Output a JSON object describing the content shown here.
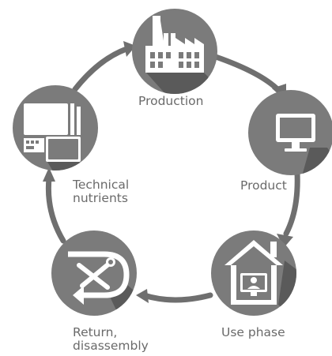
{
  "stages": [
    {
      "id": "production",
      "label": "Production",
      "icon": "factory-icon"
    },
    {
      "id": "product",
      "label": "Product",
      "icon": "monitor-icon"
    },
    {
      "id": "use",
      "label": "Use phase",
      "icon": "house-icon"
    },
    {
      "id": "return",
      "label_line1": "Return,",
      "label_line2": "disassembly",
      "icon": "tools-icon"
    },
    {
      "id": "technical",
      "label_line1": "Technical",
      "label_line2": "nutrients",
      "icon": "components-icon"
    }
  ],
  "colors": {
    "circle": "#7b7b7b",
    "shadow": "#5a5a5a",
    "arrow": "#6f6f6f",
    "icon": "#ffffff",
    "label": "#6a6a6a"
  }
}
